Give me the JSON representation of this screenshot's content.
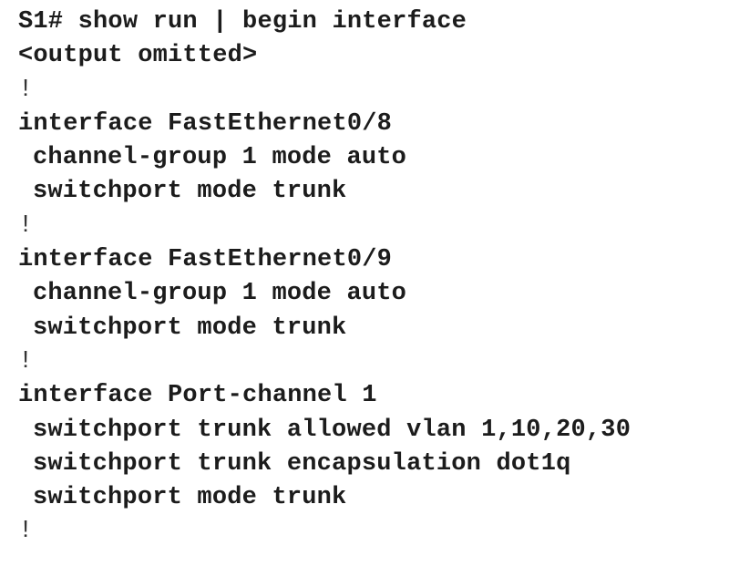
{
  "terminal": {
    "lines": [
      "S1# show run | begin interface",
      "<output omitted>",
      "!",
      "interface FastEthernet0/8",
      "channel-group 1 mode auto",
      "switchport mode trunk",
      "!",
      "interface FastEthernet0/9",
      "channel-group 1 mode auto",
      "switchport mode trunk",
      "!",
      "interface Port-channel 1",
      "switchport trunk allowed vlan 1,10,20,30",
      "switchport trunk encapsulation dot1q",
      "switchport mode trunk",
      "!"
    ]
  }
}
